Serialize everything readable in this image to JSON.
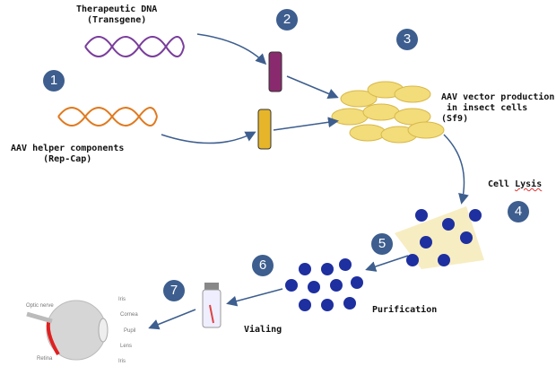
{
  "labels": {
    "transgene": "Therapeutic DNA\n(Transgene)",
    "helper": "AAV helper components\n(Rep-Cap)",
    "production": "AAV vector production\n in insect cells\n(Sf9)",
    "lysis_prefix": "Cell ",
    "lysis_word": "Lysis",
    "purification": "Purification",
    "vialing": "Vialing"
  },
  "steps": [
    "1",
    "2",
    "3",
    "4",
    "5",
    "6",
    "7"
  ],
  "eye": {
    "optic_nerve": "Optic nerve",
    "iris_top": "Iris",
    "cornea": "Cornea",
    "pupil": "Pupil",
    "lens": "Lens",
    "iris_bottom": "Iris",
    "retina": "Retina"
  },
  "colors": {
    "step_circle": "#3d5e8e",
    "arrow": "#3d5e8e",
    "transgene_dna": "#7a3d9c",
    "helper_dna": "#e07a1f",
    "cells": "#f3dc7a",
    "capsid": "#1e2fa0"
  }
}
